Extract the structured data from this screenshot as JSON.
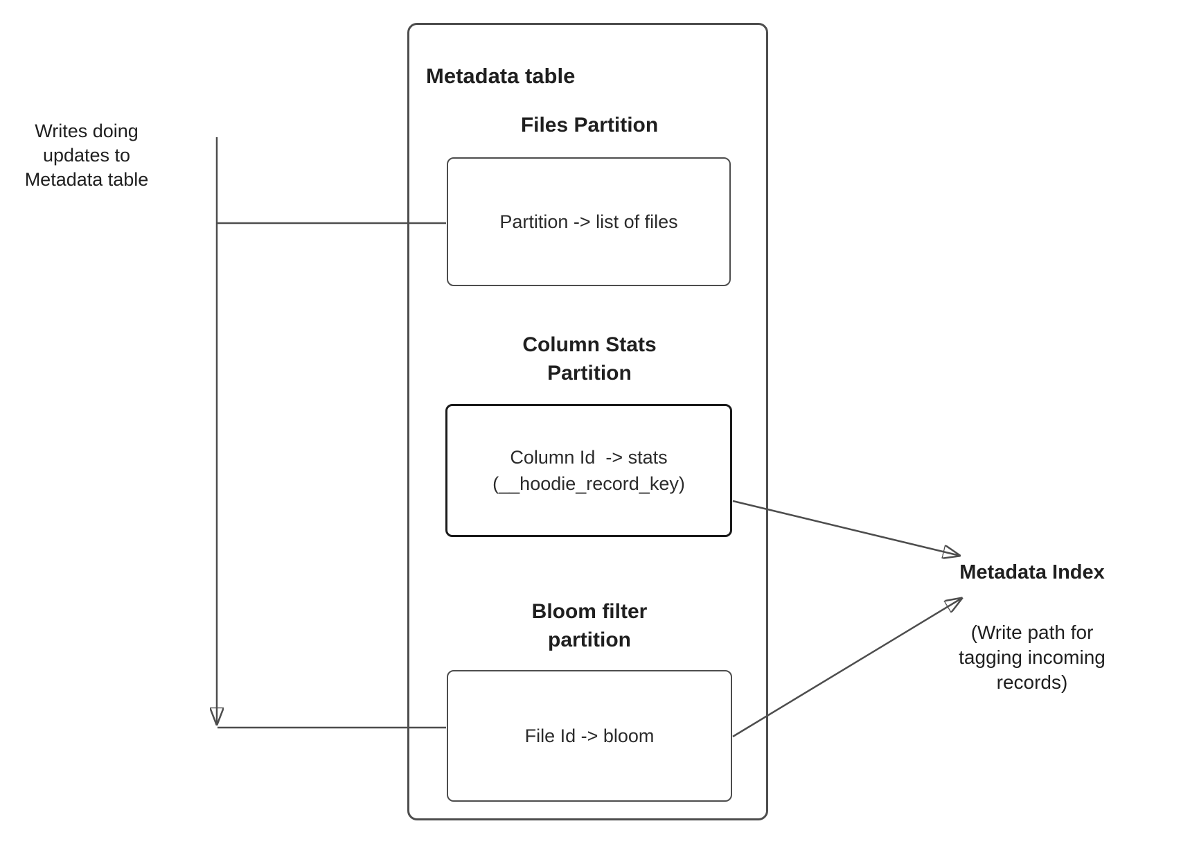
{
  "colors": {
    "background": "#ffffff",
    "line": "#4d4d4d",
    "box_border": "#4d4d4d",
    "stats_box_border": "#1a1a1a",
    "text": "#1f1f1f"
  },
  "left_note": {
    "text": "Writes doing\nupdates to\nMetadata table"
  },
  "metadata_table": {
    "title": "Metadata table",
    "sections": [
      {
        "heading": "Files Partition",
        "box_text": "Partition -> list of files"
      },
      {
        "heading": "Column Stats\nPartition",
        "box_text": "Column Id  -> stats\n(__hoodie_record_key)"
      },
      {
        "heading": "Bloom filter\npartition",
        "box_text": "File Id -> bloom"
      }
    ]
  },
  "metadata_index": {
    "title": "Metadata Index",
    "subtitle": "(Write path for\ntagging incoming\nrecords)"
  }
}
